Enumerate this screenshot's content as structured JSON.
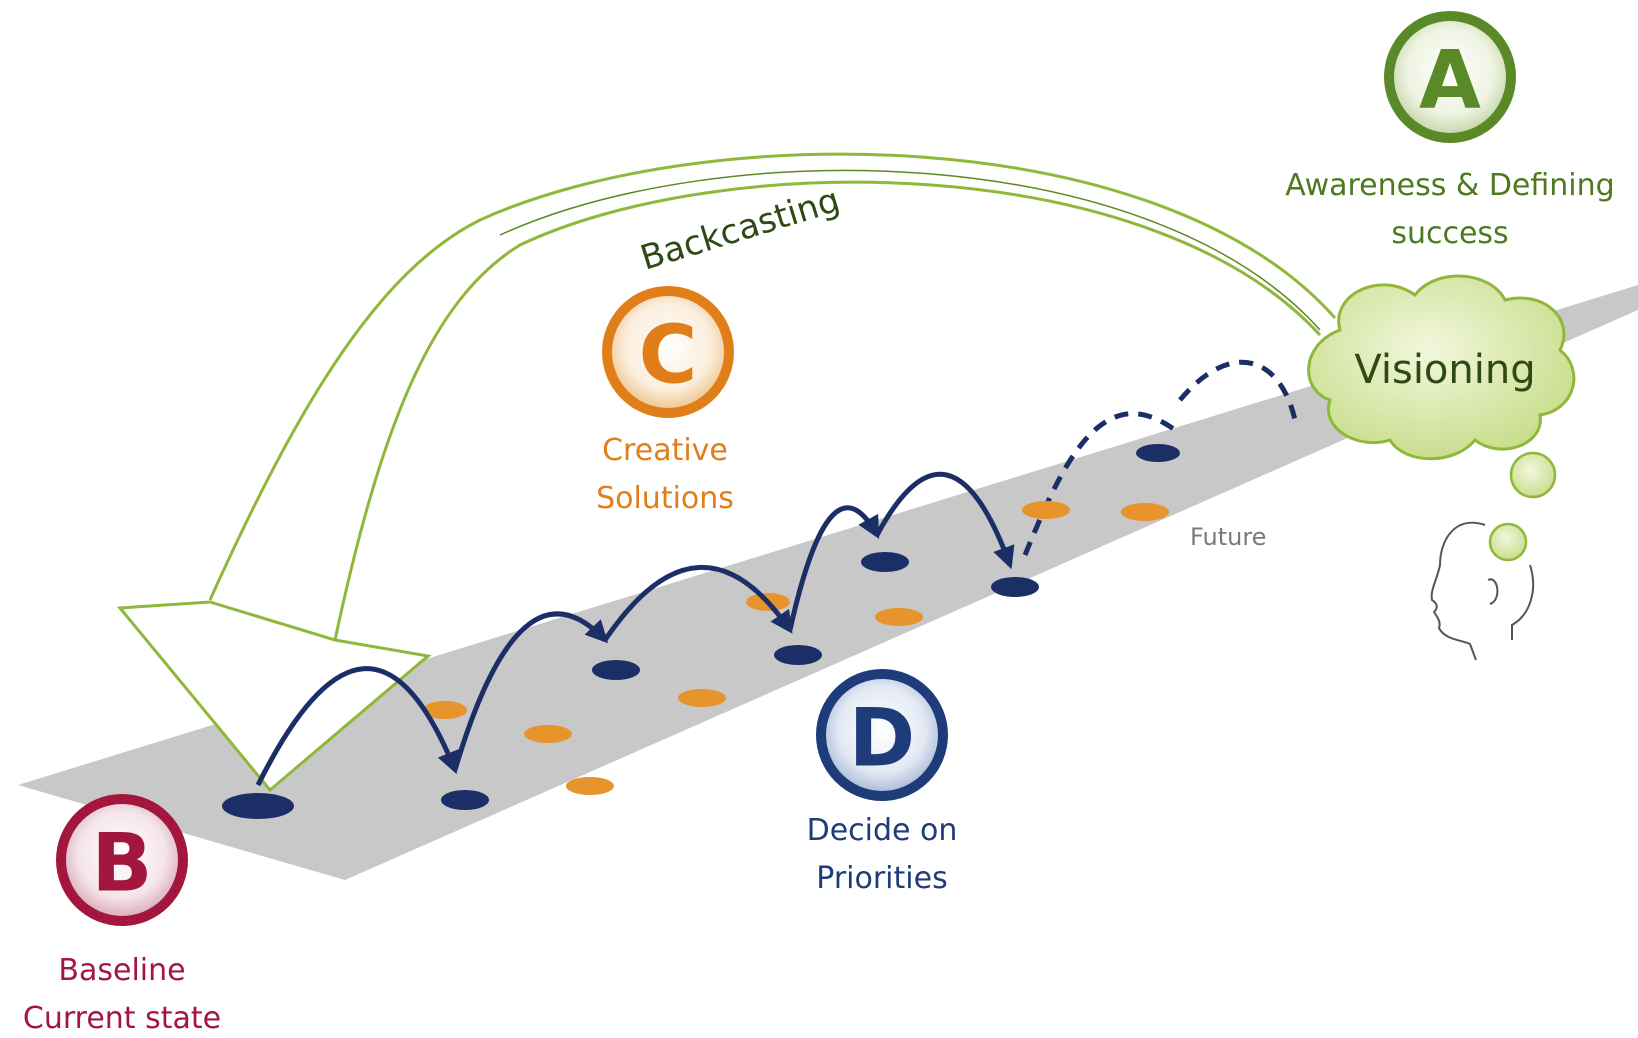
{
  "stages": {
    "a": {
      "letter": "A",
      "label_line1": "Awareness & Defining",
      "label_line2": "success",
      "color": "#4e7a1f"
    },
    "b": {
      "letter": "B",
      "label_line1": "Baseline",
      "label_line2": "Current state",
      "color": "#a3173f"
    },
    "c": {
      "letter": "C",
      "label_line1": "Creative",
      "label_line2": "Solutions",
      "color": "#e07e1a"
    },
    "d": {
      "letter": "D",
      "label_line1": "Decide on",
      "label_line2": "Priorities",
      "color": "#1f3c7a"
    }
  },
  "labels": {
    "backcasting": "Backcasting",
    "visioning": "Visioning",
    "future": "Future"
  },
  "colors": {
    "path": "#c8c8c8",
    "step_dark": "#1b2f66",
    "step_orange": "#e8942c",
    "arrow_green": "#8fb83a",
    "cloud_fill": "#dce9b0",
    "cloud_stroke": "#8fb83a"
  }
}
